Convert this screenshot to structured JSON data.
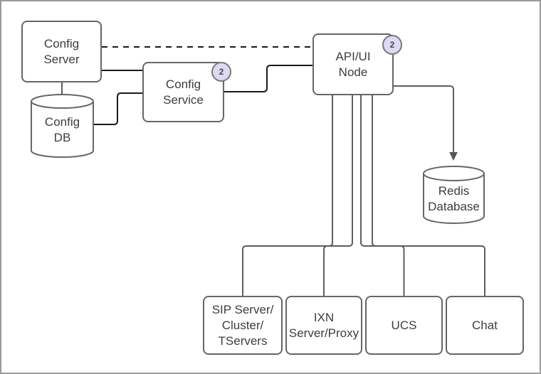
{
  "diagram": {
    "nodes": {
      "config_server": {
        "label": "Config\nServer"
      },
      "config_db": {
        "label": "Config\nDB"
      },
      "config_service": {
        "label": "Config\nService",
        "badge": "2"
      },
      "api_ui_node": {
        "label": "API/UI\nNode",
        "badge": "2"
      },
      "redis_db": {
        "label": "Redis\nDatabase"
      },
      "sip": {
        "label": "SIP Server/\nCluster/\nTServers"
      },
      "ixn": {
        "label": "IXN\nServer/Proxy"
      },
      "ucs": {
        "label": "UCS"
      },
      "chat": {
        "label": "Chat"
      }
    },
    "edges": [
      {
        "from": "config_server",
        "to": "api_ui_node",
        "style": "dashed"
      },
      {
        "from": "config_server",
        "to": "config_service",
        "style": "solid"
      },
      {
        "from": "config_server",
        "to": "config_db",
        "style": "solid"
      },
      {
        "from": "config_db",
        "to": "config_service",
        "style": "solid"
      },
      {
        "from": "config_service",
        "to": "api_ui_node",
        "style": "solid"
      },
      {
        "from": "api_ui_node",
        "to": "redis_db",
        "style": "arrow"
      },
      {
        "from": "api_ui_node",
        "to": "sip",
        "style": "solid"
      },
      {
        "from": "api_ui_node",
        "to": "ixn",
        "style": "solid"
      },
      {
        "from": "api_ui_node",
        "to": "ucs",
        "style": "solid"
      },
      {
        "from": "api_ui_node",
        "to": "chat",
        "style": "solid"
      }
    ],
    "colors": {
      "box_border": "#666666",
      "box_fill": "#ffffff",
      "text": "#3d3d3d",
      "wire_black": "#1a1a1a",
      "wire_gray": "#5f5f5f",
      "badge_fill": "#dcdaf5",
      "badge_border": "#787878",
      "canvas_border": "#9b9b9b"
    }
  }
}
